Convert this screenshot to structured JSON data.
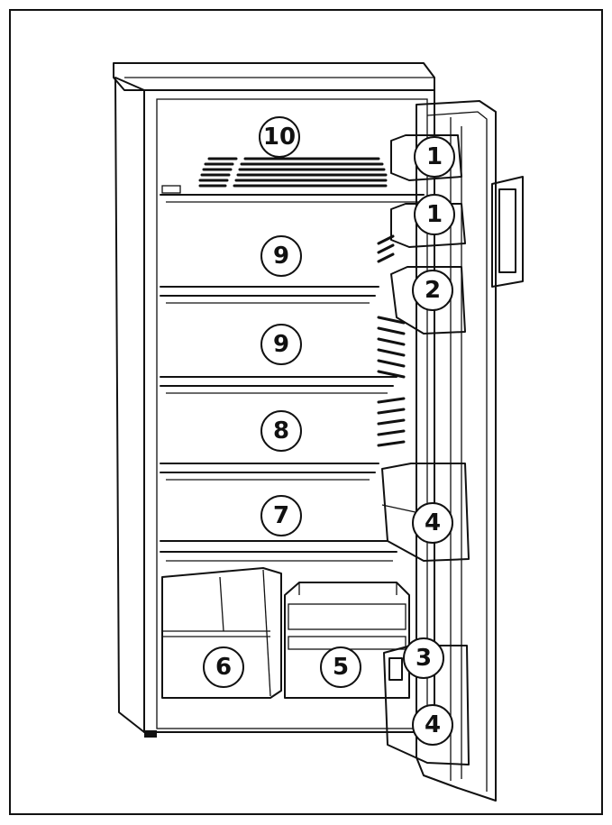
{
  "colors": {
    "ink": "#111111",
    "paper": "#ffffff"
  },
  "callouts": [
    {
      "id": "c10",
      "label": "10"
    },
    {
      "id": "c1a",
      "label": "1"
    },
    {
      "id": "c1b",
      "label": "1"
    },
    {
      "id": "c9a",
      "label": "9"
    },
    {
      "id": "c2",
      "label": "2"
    },
    {
      "id": "c9b",
      "label": "9"
    },
    {
      "id": "c8",
      "label": "8"
    },
    {
      "id": "c7",
      "label": "7"
    },
    {
      "id": "c4a",
      "label": "4"
    },
    {
      "id": "c6",
      "label": "6"
    },
    {
      "id": "c5",
      "label": "5"
    },
    {
      "id": "c3",
      "label": "3"
    },
    {
      "id": "c4b",
      "label": "4"
    }
  ]
}
